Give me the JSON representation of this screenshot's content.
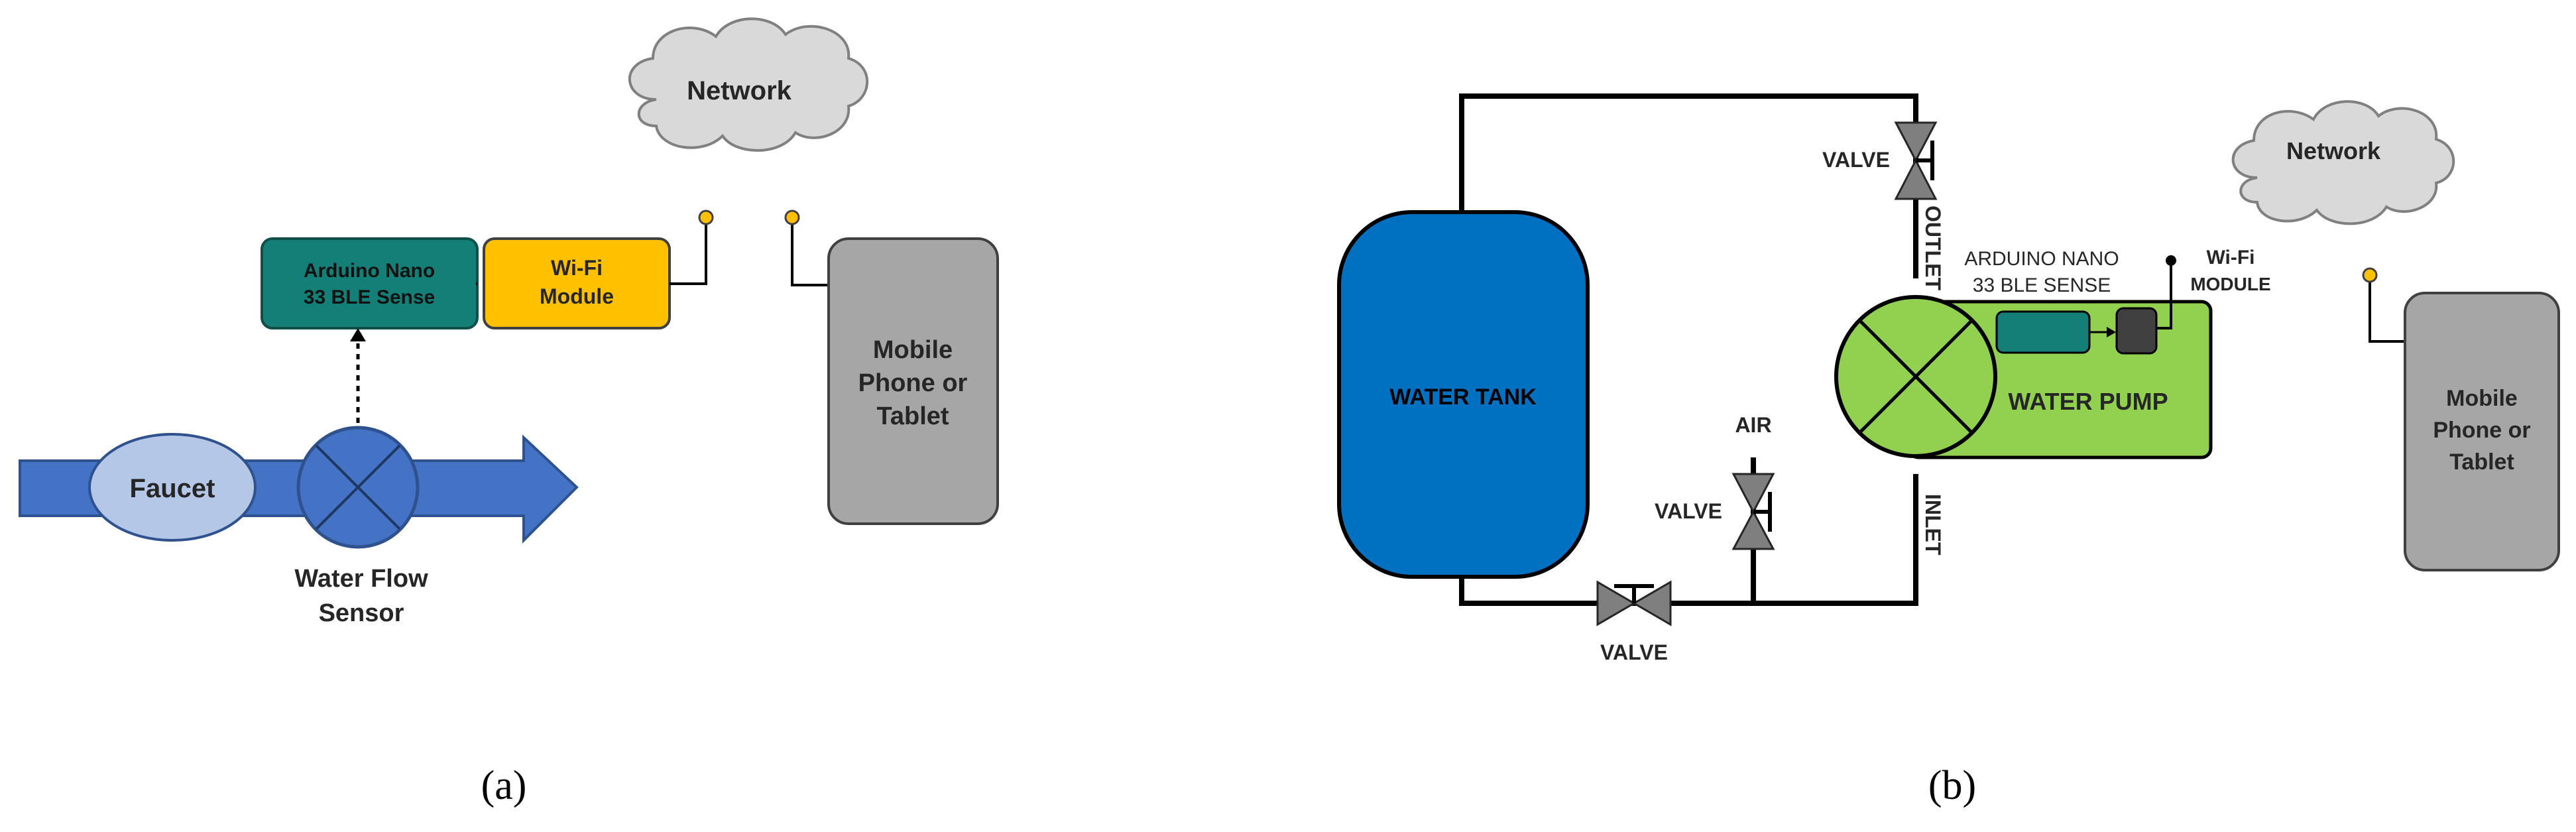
{
  "panel_a": {
    "caption": "(a)",
    "network_label": "Network",
    "arduino_line1": "Arduino Nano",
    "arduino_line2": "33 BLE Sense",
    "wifi_line1": "Wi-Fi",
    "wifi_line2": "Module",
    "phone_line1": "Mobile",
    "phone_line2": "Phone or",
    "phone_line3": "Tablet",
    "faucet_label": "Faucet",
    "sensor_line1": "Water Flow",
    "sensor_line2": "Sensor"
  },
  "panel_b": {
    "caption": "(b)",
    "network_label": "Network",
    "tank_label": "WATER TANK",
    "valve_top_label": "VALVE",
    "valve_mid_label": "VALVE",
    "valve_bottom_label": "VALVE",
    "air_label": "AIR",
    "outlet_label": "OUTLET",
    "inlet_label": "INLET",
    "arduino_line1": "ARDUINO NANO",
    "arduino_line2": "33 BLE SENSE",
    "wifi_line1": "Wi-Fi",
    "wifi_line2": "MODULE",
    "pump_label": "WATER PUMP",
    "phone_line1": "Mobile",
    "phone_line2": "Phone or",
    "phone_line3": "Tablet"
  },
  "colors": {
    "pipe_blue": "#4472C4",
    "faucet_fill": "#B4C7E7",
    "arduino_teal": "#137F77",
    "wifi_yellow": "#FFC000",
    "phone_gray": "#A6A6A6",
    "cloud_gray": "#D9D9D9",
    "tank_blue": "#0070C0",
    "pump_green": "#92D050",
    "valve_gray": "#7F7F7F",
    "antenna_dot": "#FFC000"
  }
}
